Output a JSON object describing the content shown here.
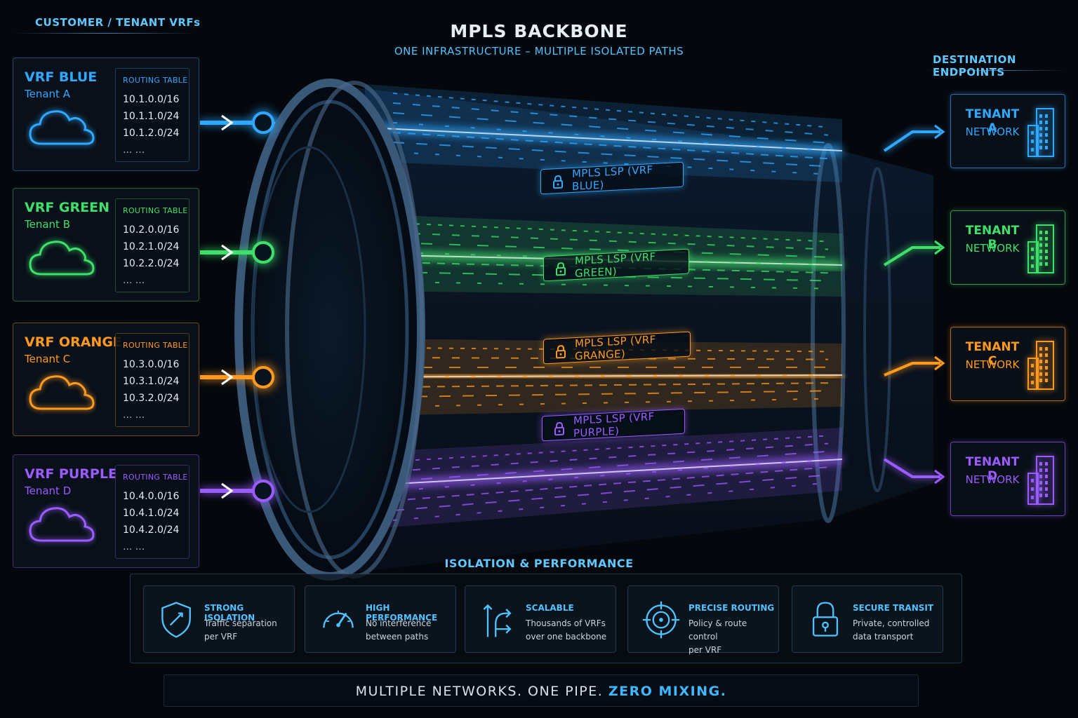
{
  "header": {
    "title": "MPLS BACKBONE",
    "subtitle": "ONE INFRASTRUCTURE – MULTIPLE ISOLATED PATHS",
    "left_section": "CUSTOMER / TENANT VRFs",
    "right_section": "DESTINATION ENDPOINTS"
  },
  "vrfs": [
    {
      "name": "VRF BLUE",
      "tenant": "Tenant A",
      "routing_label": "ROUTING TABLE",
      "routes": [
        "10.1.0.0/16",
        "10.1.1.0/24",
        "10.1.2.0/24",
        "...   ..."
      ],
      "color": "#2fa8ff"
    },
    {
      "name": "VRF GREEN",
      "tenant": "Tenant B",
      "routing_label": "ROUTING TABLE",
      "routes": [
        "10.2.0.0/16",
        "10.2.1.0/24",
        "10.2.2.0/24",
        "...   ..."
      ],
      "color": "#3ee06a"
    },
    {
      "name": "VRF ORANGE",
      "tenant": "Tenant C",
      "routing_label": "ROUTING TABLE",
      "routes": [
        "10.3.0.0/16",
        "10.3.1.0/24",
        "10.3.2.0/24",
        "...   ..."
      ],
      "color": "#ff9a1f"
    },
    {
      "name": "VRF PURPLE",
      "tenant": "Tenant D",
      "routing_label": "ROUTING TABLE",
      "routes": [
        "10.4.0.0/16",
        "10.4.1.0/24",
        "10.4.2.0/24",
        "...   ..."
      ],
      "color": "#9a5cff"
    }
  ],
  "lsps": [
    {
      "label": "MPLS LSP (VRF BLUE)",
      "color": "#2fa8ff"
    },
    {
      "label": "MPLS LSP (VRF GREEN)",
      "color": "#3ee06a"
    },
    {
      "label": "MPLS LSP (VRF GRANGE)",
      "color": "#ff9a1f"
    },
    {
      "label": "MPLS LSP (VRF PURPLE)",
      "color": "#9a5cff"
    }
  ],
  "destinations": [
    {
      "name": "TENANT A",
      "network": "NETWORK",
      "color": "#2fa8ff"
    },
    {
      "name": "TENANT B",
      "network": "NETWORK",
      "color": "#3ee06a"
    },
    {
      "name": "TENANT C",
      "network": "NETWORK",
      "color": "#ff9a1f"
    },
    {
      "name": "TENANT D",
      "network": "NETWORK",
      "color": "#9a5cff"
    }
  ],
  "features": {
    "title": "ISOLATION & PERFORMANCE",
    "items": [
      {
        "icon": "shield-icon",
        "title": "STRONG ISOLATION",
        "desc1": "Traffic separation",
        "desc2": "per VRF"
      },
      {
        "icon": "gauge-icon",
        "title": "HIGH PERFORMANCE",
        "desc1": "No interference",
        "desc2": "between paths"
      },
      {
        "icon": "branch-arrows-icon",
        "title": "SCALABLE",
        "desc1": "Thousands of VRFs",
        "desc2": "over one backbone"
      },
      {
        "icon": "crosshair-icon",
        "title": "PRECISE ROUTING",
        "desc1": "Policy & route control",
        "desc2": "per VRF"
      },
      {
        "icon": "lock-icon",
        "title": "SECURE TRANSIT",
        "desc1": "Private, controlled",
        "desc2": "data transport"
      }
    ]
  },
  "tagline": {
    "part1": "MULTIPLE NETWORKS. ONE PIPE. ",
    "part2": "ZERO MIXING."
  }
}
